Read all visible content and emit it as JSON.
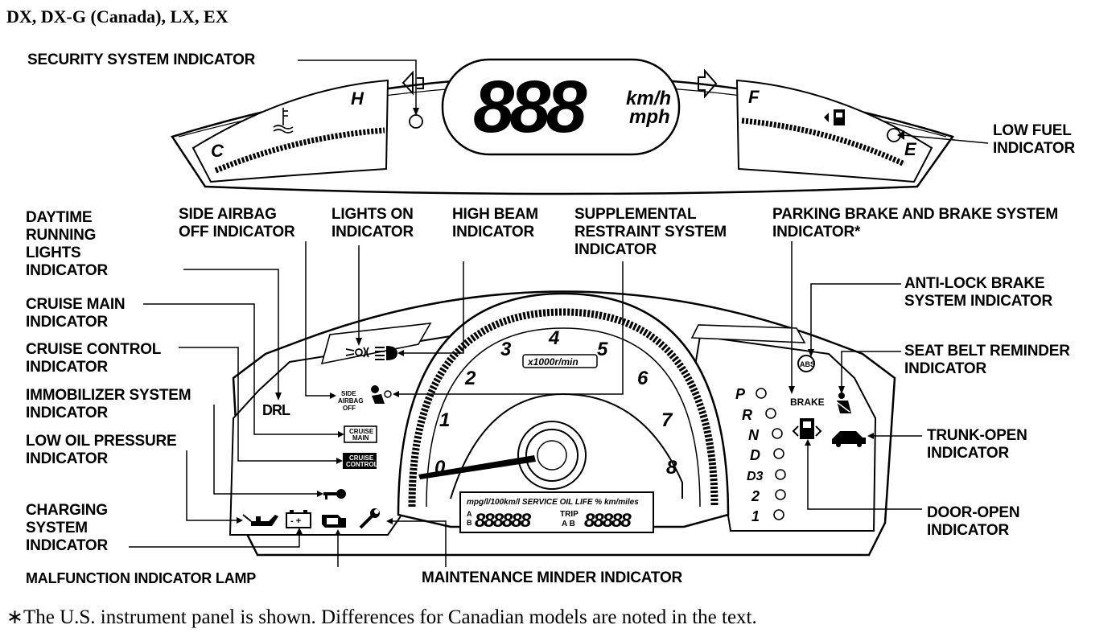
{
  "header": {
    "title": "DX, DX-G (Canada), LX, EX"
  },
  "labels": {
    "security": "SECURITY SYSTEM INDICATOR",
    "low_fuel": [
      "LOW FUEL",
      "INDICATOR"
    ],
    "drl": [
      "DAYTIME",
      "RUNNING",
      "LIGHTS",
      "INDICATOR"
    ],
    "side_airbag": [
      "SIDE AIRBAG",
      "OFF INDICATOR"
    ],
    "lights_on": [
      "LIGHTS ON",
      "INDICATOR"
    ],
    "high_beam": [
      "HIGH BEAM",
      "INDICATOR"
    ],
    "srs": [
      "SUPPLEMENTAL",
      "RESTRAINT SYSTEM",
      "INDICATOR"
    ],
    "parking_brake": [
      "PARKING BRAKE AND BRAKE SYSTEM",
      "INDICATOR*"
    ],
    "abs": [
      "ANTI-LOCK BRAKE",
      "SYSTEM INDICATOR"
    ],
    "cruise_main": [
      "CRUISE MAIN",
      "INDICATOR"
    ],
    "cruise_control": [
      "CRUISE CONTROL",
      "INDICATOR"
    ],
    "seat_belt": [
      "SEAT BELT REMINDER",
      "INDICATOR"
    ],
    "immobilizer": [
      "IMMOBILIZER SYSTEM",
      "INDICATOR"
    ],
    "trunk_open": [
      "TRUNK-OPEN",
      "INDICATOR"
    ],
    "low_oil": [
      "LOW OIL PRESSURE",
      "INDICATOR"
    ],
    "charging": [
      "CHARGING",
      "SYSTEM",
      "INDICATOR"
    ],
    "door_open": [
      "DOOR-OPEN",
      "INDICATOR"
    ],
    "malfunction": "MALFUNCTION INDICATOR LAMP",
    "maintenance": "MAINTENANCE MINDER INDICATOR"
  },
  "cluster": {
    "speed_digits": "888",
    "speed_unit_kmh": "km/h",
    "speed_unit_mph": "mph",
    "temp_cold": "C",
    "temp_hot": "H",
    "fuel_full": "F",
    "fuel_empty": "E",
    "tach_numbers": [
      "0",
      "1",
      "2",
      "3",
      "4",
      "5",
      "6",
      "7",
      "8"
    ],
    "tach_unit": "x1000r/min",
    "drl_text": "DRL",
    "side_airbag_text": [
      "SIDE",
      "AIRBAG",
      "OFF"
    ],
    "cruise_main_text": [
      "CRUISE",
      "MAIN"
    ],
    "cruise_control_text": [
      "CRUISE",
      "CONTROL"
    ],
    "abs_text": "ABS",
    "brake_text": "BRAKE",
    "gears": [
      "P",
      "R",
      "N",
      "D",
      "D3",
      "2",
      "1"
    ],
    "mid_header": "mpg/l/100km/l SERVICE OIL LIFE % km/miles",
    "mid_left_small": [
      "A",
      "B"
    ],
    "mid_digits_left": "888888",
    "mid_trip": [
      "TRIP",
      "A B"
    ],
    "mid_digits_right": "88888"
  },
  "footnote": "∗The U.S. instrument panel is shown. Differences for Canadian models are noted in the text.",
  "icons": [
    "security-indicator-icon",
    "turn-left-arrow-icon",
    "turn-right-arrow-icon",
    "coolant-temp-icon",
    "fuel-pump-icon",
    "lights-on-icon",
    "high-beam-icon",
    "srs-airbag-icon",
    "abs-icon",
    "seat-belt-icon",
    "door-open-icon",
    "trunk-open-icon",
    "immobilizer-key-icon",
    "oil-can-icon",
    "battery-icon",
    "check-engine-icon",
    "wrench-icon"
  ]
}
